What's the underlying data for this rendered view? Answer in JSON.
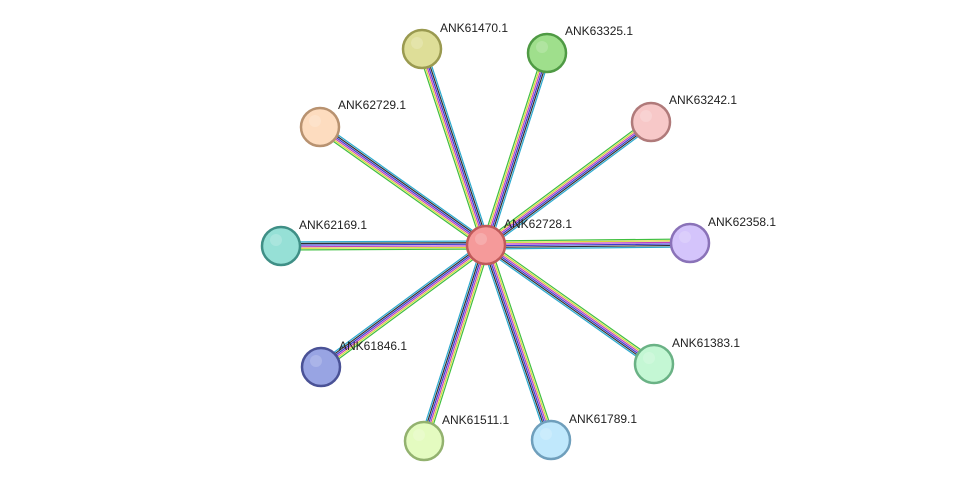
{
  "center": {
    "id": "ANK62728.1",
    "fill": "#f59a9a",
    "stroke": "#c05a5a"
  },
  "nodes": [
    {
      "id": "ANK61470.1",
      "fill": "#dede98",
      "stroke": "#9a9a50"
    },
    {
      "id": "ANK63325.1",
      "fill": "#9fdf8c",
      "stroke": "#4f9a44"
    },
    {
      "id": "ANK63242.1",
      "fill": "#f7c8c8",
      "stroke": "#b07a7a"
    },
    {
      "id": "ANK62729.1",
      "fill": "#fddcbf",
      "stroke": "#b89270"
    },
    {
      "id": "ANK62358.1",
      "fill": "#d4c4fb",
      "stroke": "#8a72b8"
    },
    {
      "id": "ANK62169.1",
      "fill": "#96e0d6",
      "stroke": "#3f8f86"
    },
    {
      "id": "ANK61383.1",
      "fill": "#c4f7d4",
      "stroke": "#6ab285"
    },
    {
      "id": "ANK61846.1",
      "fill": "#98a4e3",
      "stroke": "#4a5296"
    },
    {
      "id": "ANK61511.1",
      "fill": "#e4fbc0",
      "stroke": "#93b26f"
    },
    {
      "id": "ANK61789.1",
      "fill": "#c0e8fc",
      "stroke": "#6f9fbc"
    }
  ],
  "edge_colors": [
    "#3fbf3f",
    "#d8d83a",
    "#c040c0",
    "#3a3ad0",
    "#303030",
    "#2aaad0"
  ]
}
